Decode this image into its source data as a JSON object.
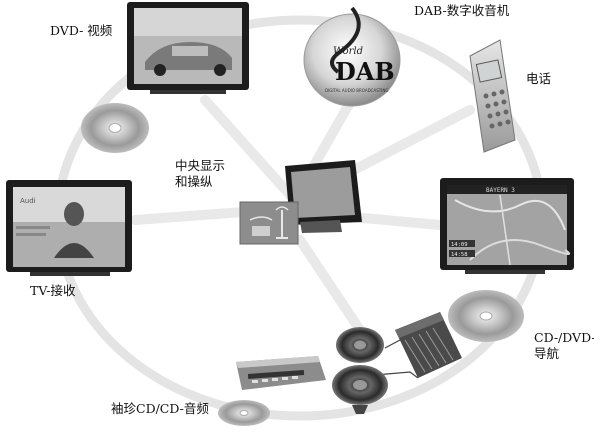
{
  "labels": {
    "dvd_video": "DVD- 视频",
    "dab_radio": "DAB-数字收音机",
    "phone": "电话",
    "central_line1": "中央显示",
    "central_line2": "和操纵",
    "tv": "TV-接收",
    "cd_nav_line1": "CD-/DVD-",
    "cd_nav_line2": "导航",
    "mini_cd": "袖珍CD/CD-音频"
  },
  "logos": {
    "dab": "DAB",
    "world": "World",
    "dab_tagline": "DIGITAL AUDIO BROADCASTING"
  },
  "screen_text": {
    "tv_brand": "Audi",
    "nav_status": "BAYERN 3",
    "nav_time1": "14:09",
    "nav_time2": "14:58"
  }
}
